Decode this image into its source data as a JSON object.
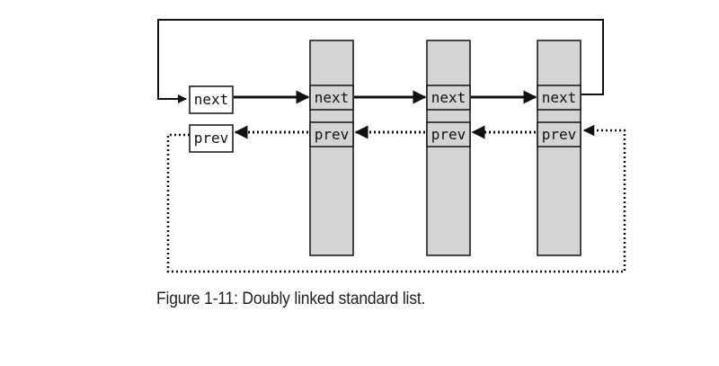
{
  "diagram": {
    "head": {
      "next_label": "next",
      "prev_label": "prev"
    },
    "nodes": [
      {
        "next_label": "next",
        "prev_label": "prev"
      },
      {
        "next_label": "next",
        "prev_label": "prev"
      },
      {
        "next_label": "next",
        "prev_label": "prev"
      }
    ],
    "colors": {
      "node_fill": "#d4d4d4",
      "head_fill": "#ffffff",
      "stroke": "#111111"
    }
  },
  "caption": "Figure 1-11: Doubly linked standard list."
}
